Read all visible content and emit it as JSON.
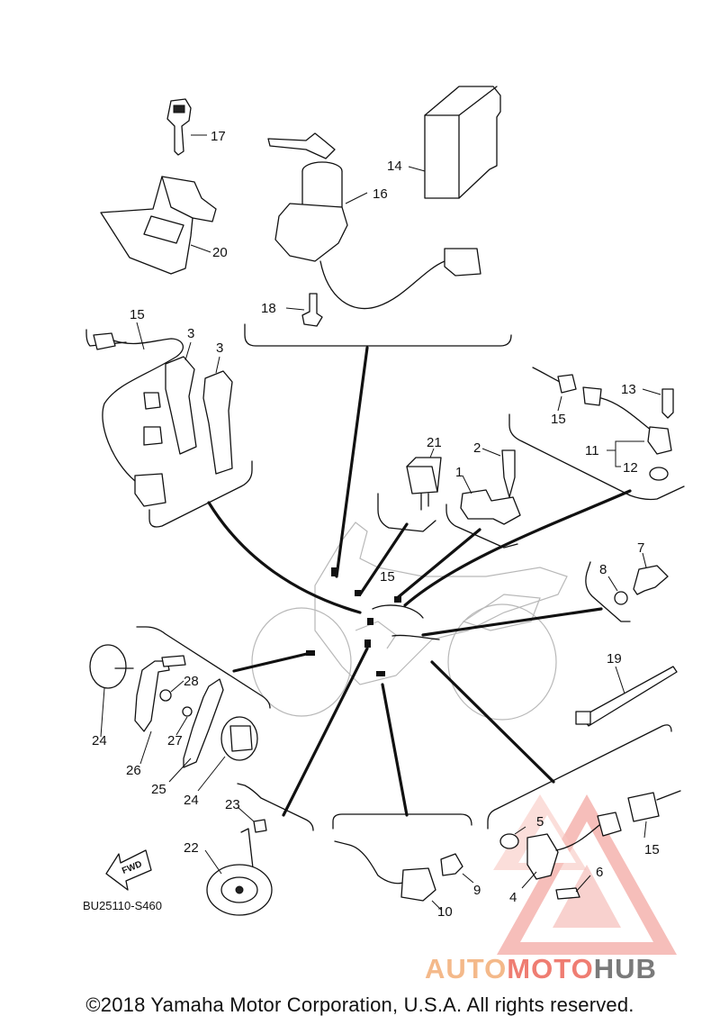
{
  "callouts": {
    "n1": "1",
    "n2": "2",
    "n3a": "3",
    "n3b": "3",
    "n4": "4",
    "n5": "5",
    "n6": "6",
    "n7": "7",
    "n8": "8",
    "n9": "9",
    "n10": "10",
    "n11": "11",
    "n12": "12",
    "n13": "13",
    "n14": "14",
    "n15a": "15",
    "n15b": "15",
    "n15c": "15",
    "n15d": "15",
    "n16": "16",
    "n17": "17",
    "n18": "18",
    "n19": "19",
    "n20": "20",
    "n21": "21",
    "n22": "22",
    "n23": "23",
    "n24a": "24",
    "n24b": "24",
    "n25": "25",
    "n26": "26",
    "n27": "27",
    "n28": "28"
  },
  "fwd_label": "FWD",
  "diagram_ref": "BU25110-S460",
  "copyright": "©2018 Yamaha Motor Corporation, U.S.A. All rights reserved.",
  "watermark": {
    "part1": "AUTO",
    "part2": "MOTO",
    "part3": "HUB"
  },
  "colors": {
    "line": "#111111",
    "ghost": "#b8b8b8",
    "wm_orange": "#f4b98a",
    "wm_red": "#ef7d72",
    "wm_gray": "#7a7a7a"
  }
}
